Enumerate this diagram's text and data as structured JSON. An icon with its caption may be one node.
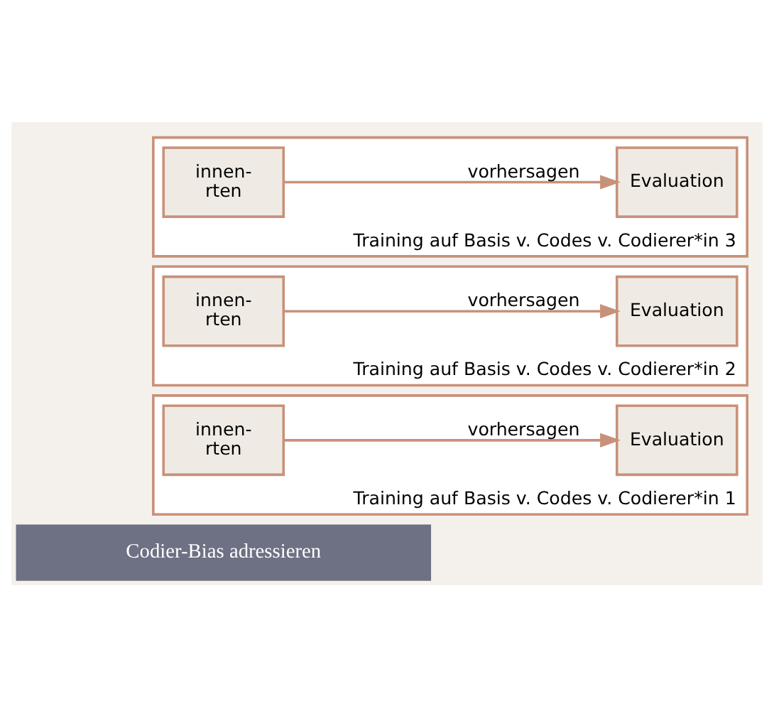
{
  "diagram": {
    "nodes": [
      {
        "text": [
          "Codier-Bias adressieren"
        ]
      },
      {
        "text": [
          "Training auf Basis v. Codes v. Codierer*in 1"
        ]
      },
      {
        "text": [
          "innen- rten"
        ],
        "in": 1
      },
      {
        "text": [
          "Evaluation"
        ],
        "in": 1
      },
      {
        "text": [
          "Training auf Basis v. Codes v. Codierer*in 2"
        ]
      },
      {
        "text": [
          "innen- rten"
        ],
        "in": 4
      },
      {
        "text": [
          "Evaluation"
        ],
        "in": 4
      },
      {
        "text": [
          "Training auf Basis v. Codes v. Codierer*in 3"
        ]
      },
      {
        "text": [
          "innen- rten"
        ],
        "in": 7
      },
      {
        "text": [
          "Evaluation"
        ],
        "in": 7
      }
    ],
    "edges": [
      {
        "from": 2,
        "to": 3,
        "arrow": "to",
        "label": "vorhersagen"
      },
      {
        "from": 5,
        "to": 6,
        "arrow": "to",
        "label": "vorhersagen"
      },
      {
        "from": 8,
        "to": 9,
        "arrow": "to",
        "label": "vorhersagen"
      }
    ]
  }
}
